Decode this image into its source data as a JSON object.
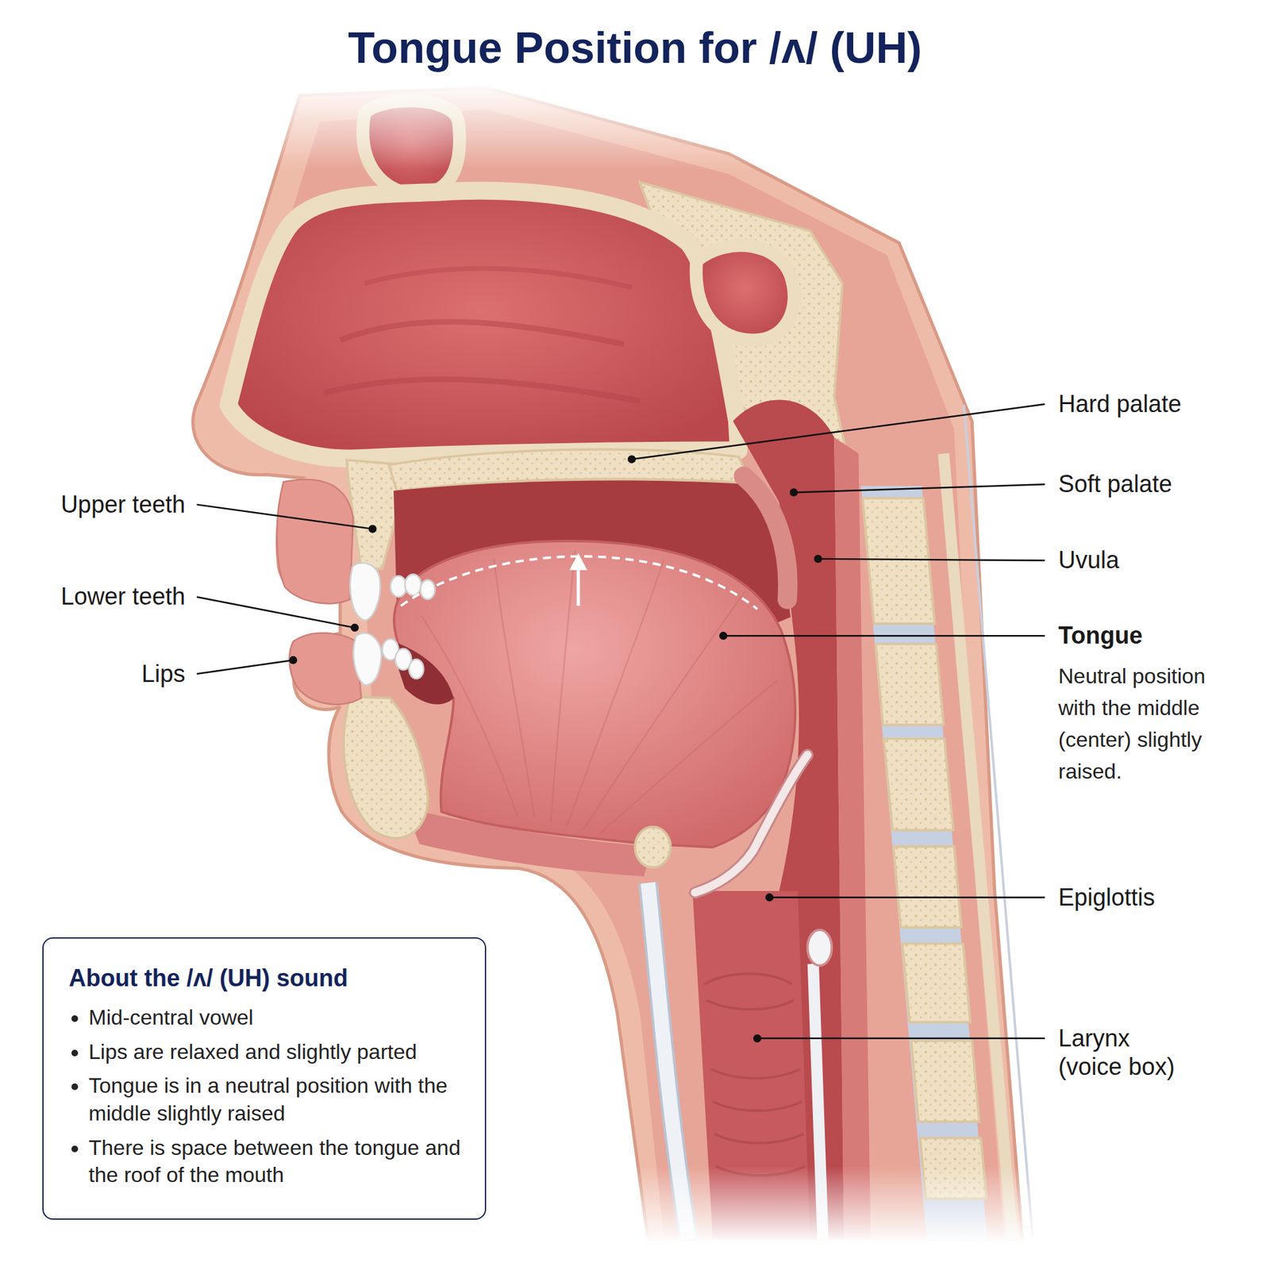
{
  "diagram": {
    "title": "Tongue Position for /ʌ/ (UH)",
    "nodes": [
      {
        "text": [
          "About the /ʌ/ (UH) sound",
          "Mid-central vowel",
          "Lips are relaxed and slightly parted",
          "Tongue is in a neutral position with the middle slightly raised",
          "There is space between the tongue and the roof of the mouth"
        ]
      }
    ],
    "labels": [
      "Upper teeth",
      "Lower teeth",
      "Lips",
      "Hard palate",
      "Soft palate",
      "Uvula",
      "Tongue",
      "Neutral position with the middle (center) slightly raised.",
      "Epiglottis",
      "Larynx (voice box)"
    ]
  }
}
